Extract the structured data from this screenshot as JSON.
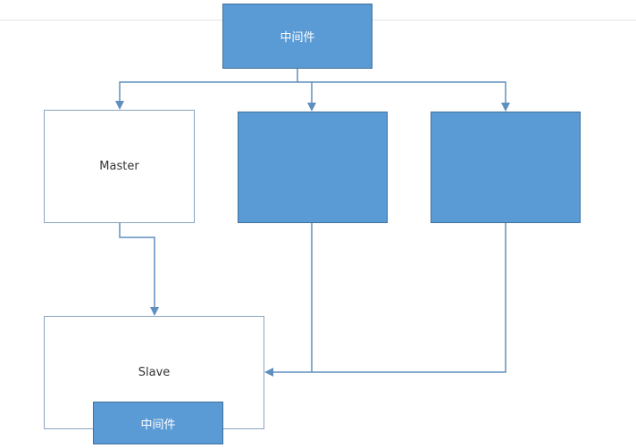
{
  "diagram": {
    "nodes": {
      "middleware_top": "中间件",
      "master": "Master",
      "box_2": "",
      "box_3": "",
      "slave": "Slave",
      "middleware_bottom": "中间件"
    },
    "edges": [
      {
        "from": "middleware_top",
        "to": "master"
      },
      {
        "from": "middleware_top",
        "to": "box_2"
      },
      {
        "from": "middleware_top",
        "to": "box_3"
      },
      {
        "from": "master",
        "to": "slave"
      },
      {
        "from": "box_2",
        "to": "slave"
      },
      {
        "from": "box_3",
        "to": "slave"
      }
    ],
    "colors": {
      "node_fill": "#5b9bd5",
      "node_border": "#41719c",
      "outline_border": "#8aa4c0",
      "connector": "#5f8fbf"
    }
  }
}
